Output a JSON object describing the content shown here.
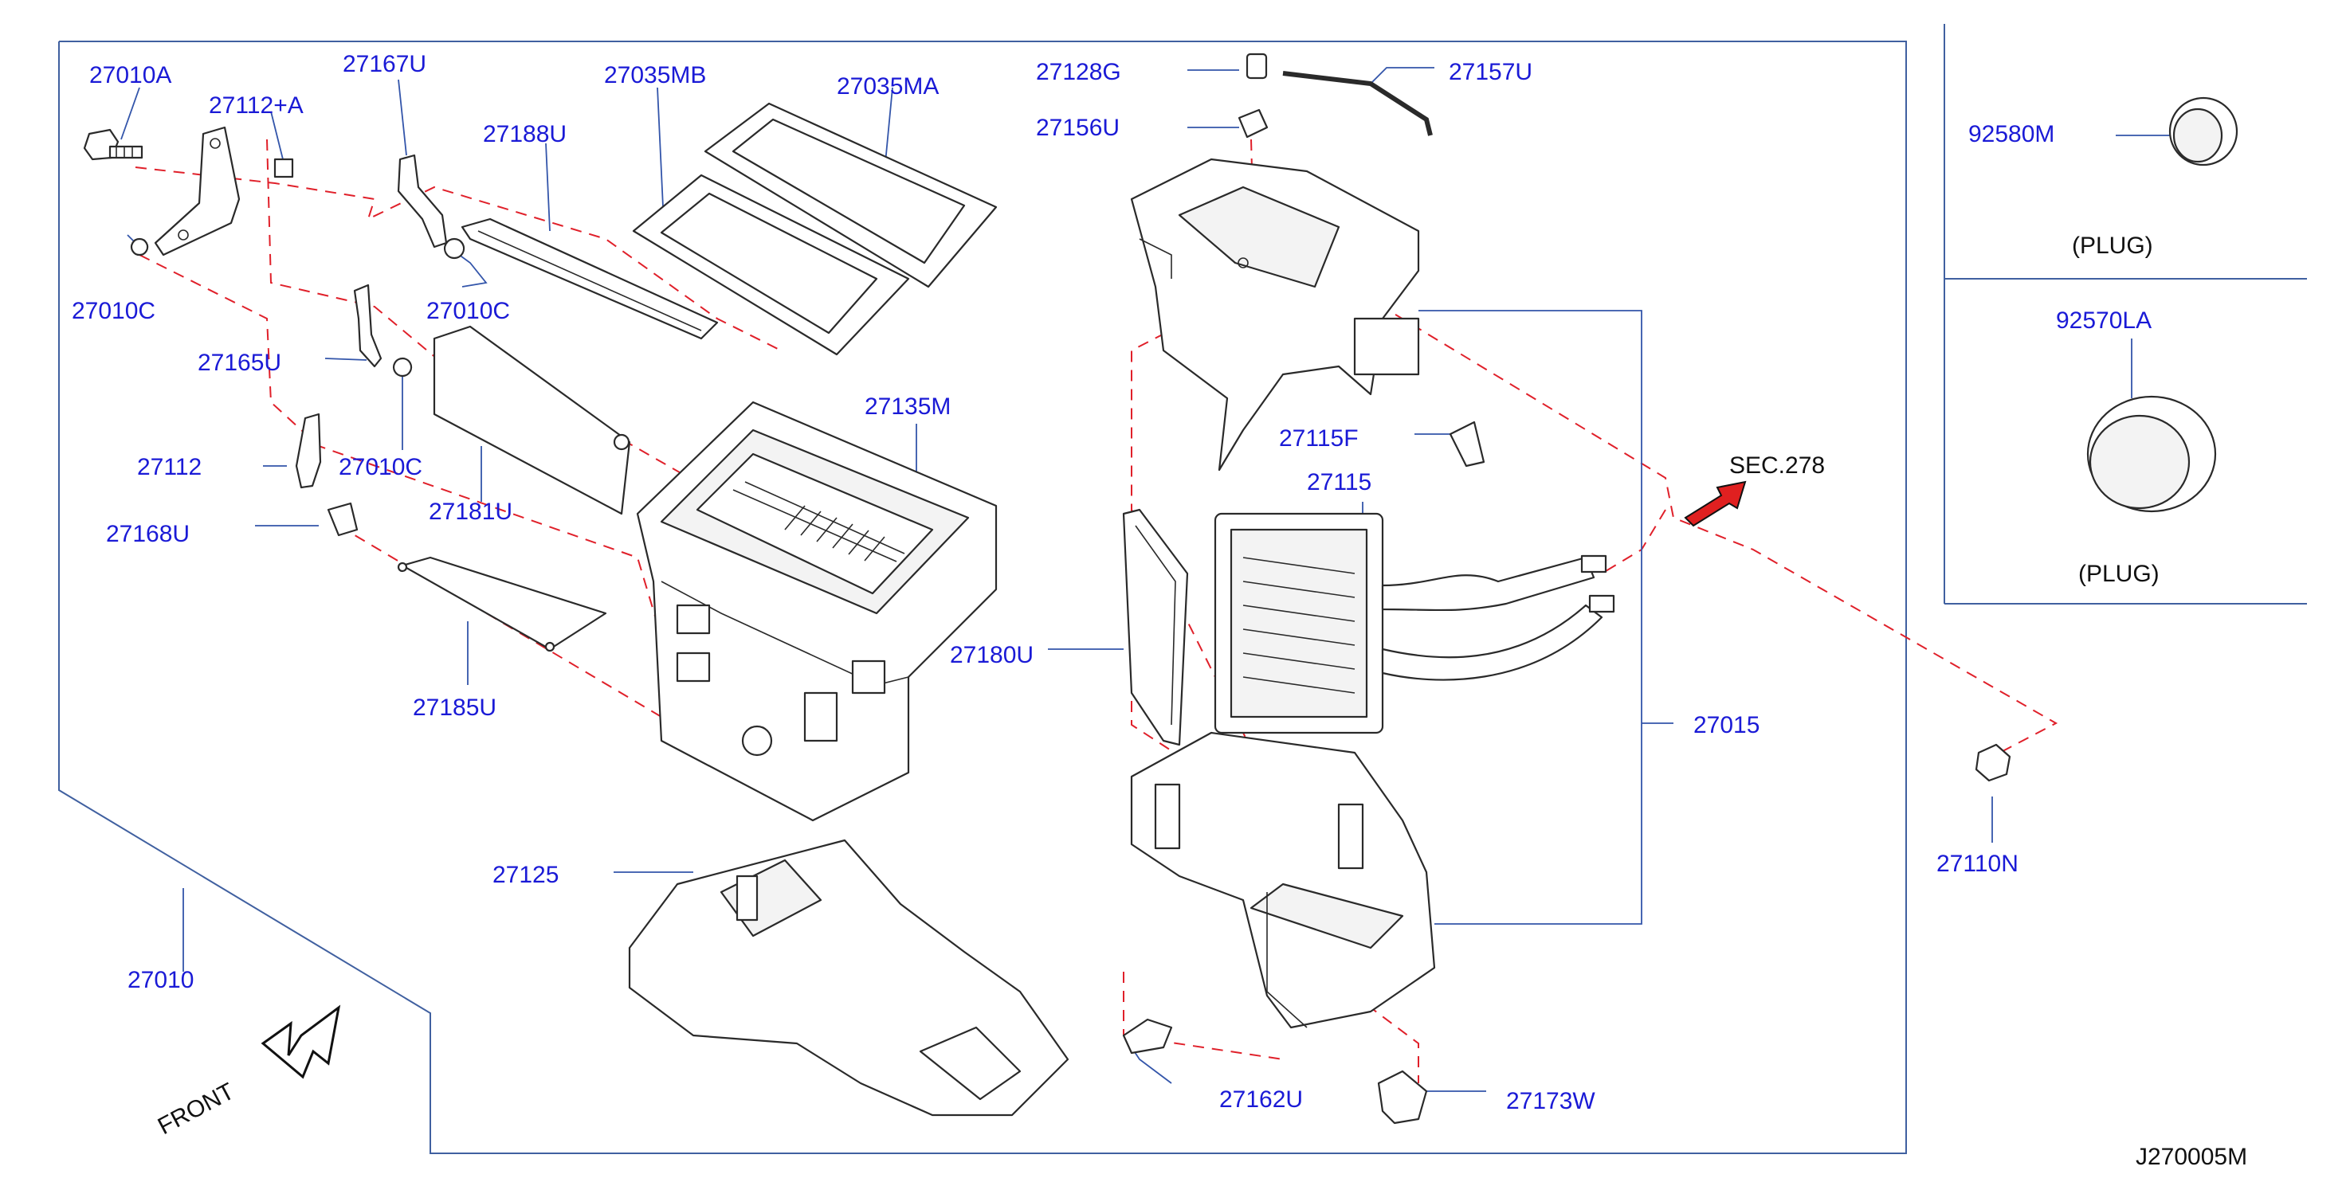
{
  "diagram": {
    "drawing_code": "J270005M",
    "front_label": "FRONT",
    "sec_ref": "SEC.278",
    "plug_label_1": "(PLUG)",
    "plug_label_2": "(PLUG)",
    "part_labels": {
      "p27010A": "27010A",
      "p27112A": "27112+A",
      "p27167U": "27167U",
      "p27035MB": "27035MB",
      "p27035MA": "27035MA",
      "p27188U": "27188U",
      "p27128G": "27128G",
      "p27157U": "27157U",
      "p27156U": "27156U",
      "p92580M": "92580M",
      "p92570LA": "92570LA",
      "p27010C_a": "27010C",
      "p27010C_b": "27010C",
      "p27010C_c": "27010C",
      "p27165U": "27165U",
      "p27135M": "27135M",
      "p27115F": "27115F",
      "p27112": "27112",
      "p27181U": "27181U",
      "p27115": "27115",
      "p27168U": "27168U",
      "p27180U": "27180U",
      "p27185U": "27185U",
      "p27015": "27015",
      "p27110N": "27110N",
      "p27125": "27125",
      "p27010": "27010",
      "p27162U": "27162U",
      "p27173W": "27173W"
    }
  }
}
